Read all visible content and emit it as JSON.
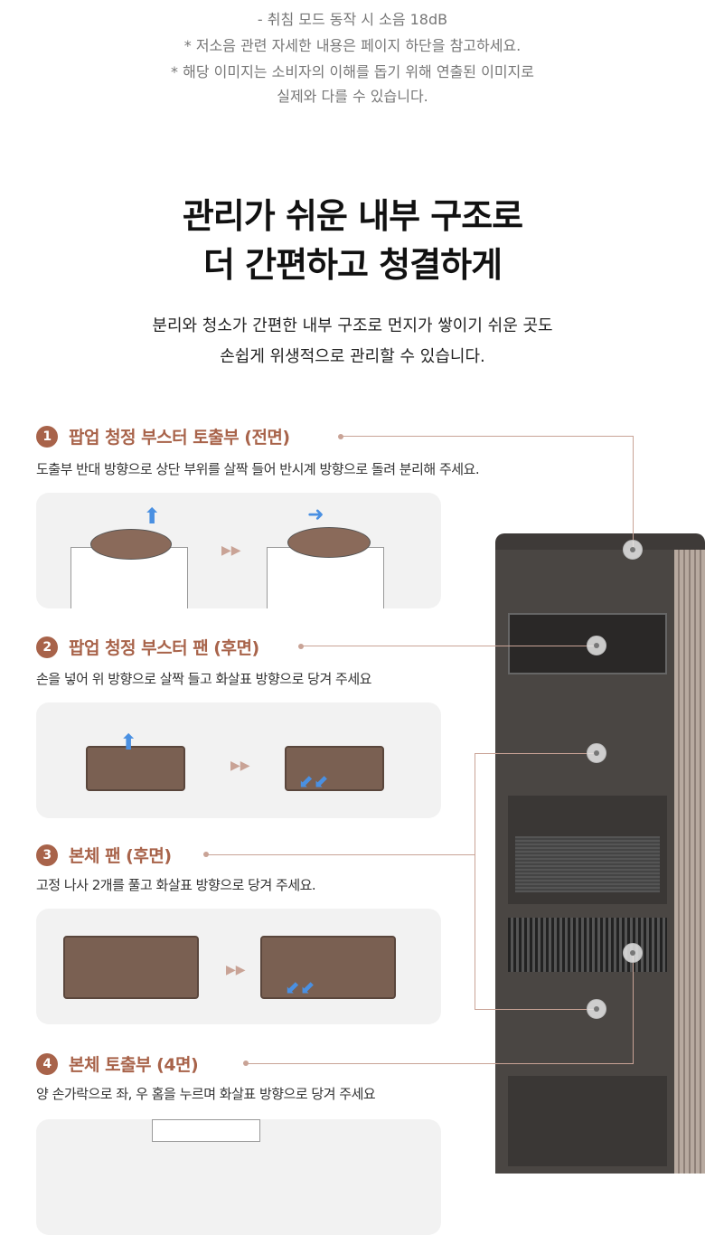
{
  "notes": [
    "- 취침 모드 동작 시 소음 18dB",
    "* 저소음 관련 자세한 내용은 페이지 하단을 참고하세요.",
    "* 해당 이미지는 소비자의 이해를 돕기 위해 연출된 이미지로",
    "실제와 다를 수 있습니다."
  ],
  "headline": [
    "관리가 쉬운 내부 구조로",
    "더 간편하고 청결하게"
  ],
  "subtitle": [
    "분리와 청소가 간편한 내부 구조로 먼지가 쌓이기 쉬운 곳도",
    "손쉽게 위생적으로 관리할 수 있습니다."
  ],
  "steps": [
    {
      "num": "1",
      "title": "팝업 청정 부스터 토출부 (전면)",
      "desc": "도출부 반대 방향으로 상단 부위를 살짝 들어 반시계 방향으로 돌려 분리해 주세요."
    },
    {
      "num": "2",
      "title": "팝업 청정 부스터 팬 (후면)",
      "desc": "손을 넣어 위 방향으로 살짝 들고  화살표 방향으로 당겨 주세요"
    },
    {
      "num": "3",
      "title": "본체 팬 (후면)",
      "desc": "고정 나사 2개를 풀고 화살표 방향으로 당겨 주세요."
    },
    {
      "num": "4",
      "title": "본체 토출부 (4면)",
      "desc": "양 손가락으로 좌, 우 홈을 누르며 화살표 방향으로 당겨 주세요"
    }
  ],
  "arrow": "▶▶",
  "colors": {
    "accent": "#a8634a",
    "line": "#c9a396",
    "product": "#4a4643"
  }
}
